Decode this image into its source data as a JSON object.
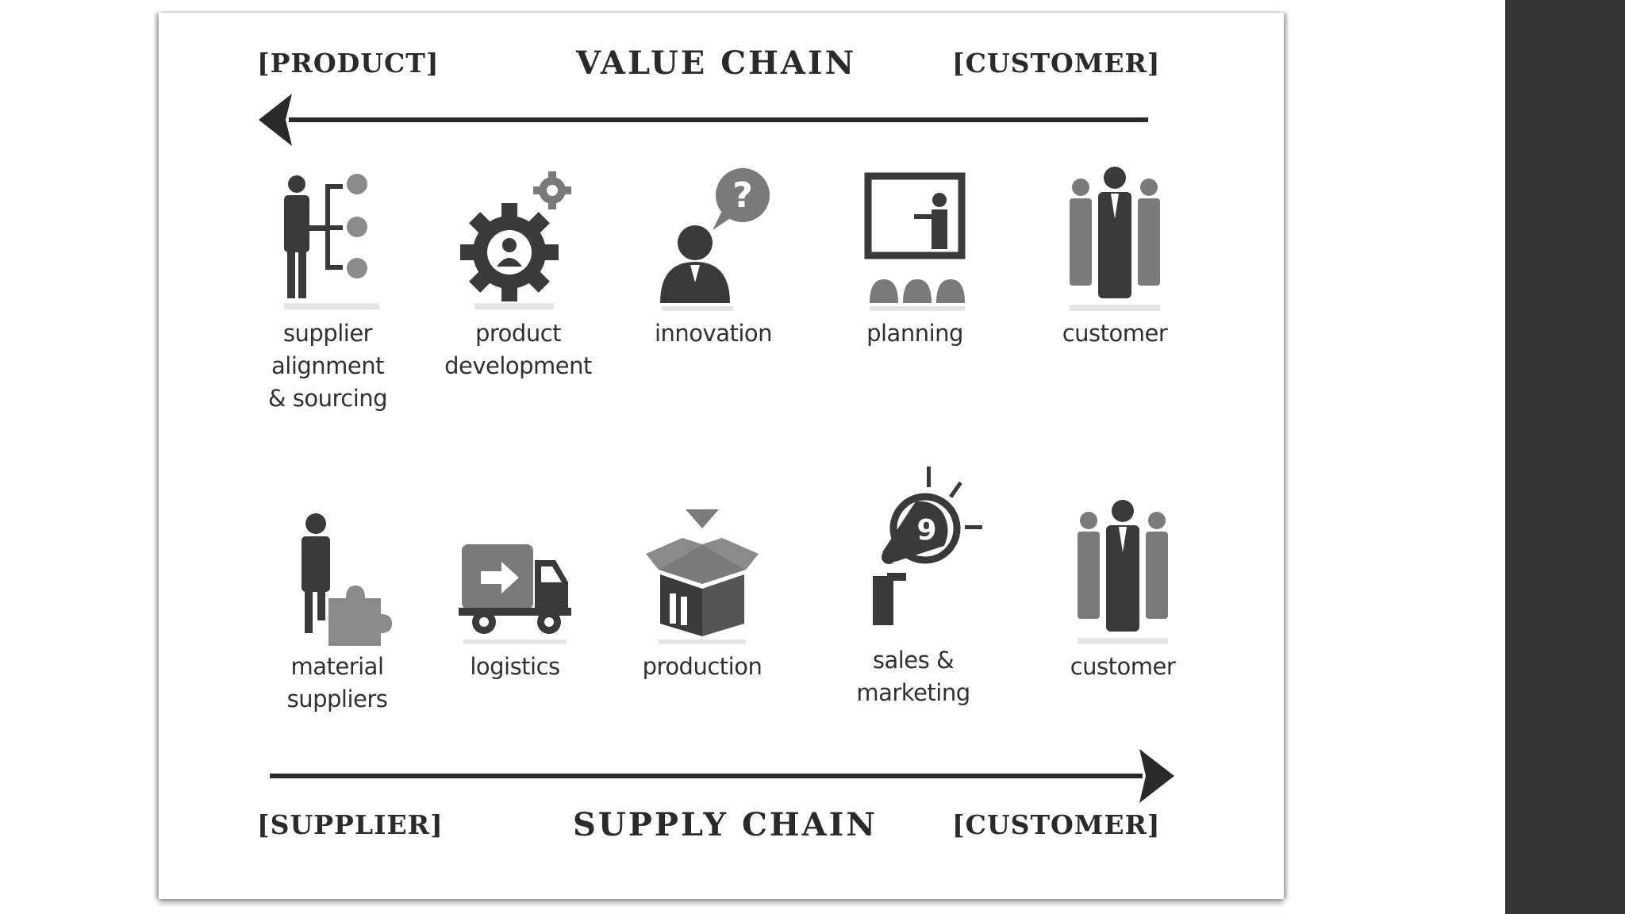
{
  "value_chain": {
    "title": "VALUE CHAIN",
    "left_tag": "[PRODUCT]",
    "right_tag": "[CUSTOMER]",
    "direction": "right-to-left",
    "items": [
      {
        "icon": "supplier-hierarchy-icon",
        "lines": [
          "supplier",
          "alignment",
          "& sourcing"
        ]
      },
      {
        "icon": "gear-person-icon",
        "lines": [
          "product",
          "development"
        ]
      },
      {
        "icon": "person-question-icon",
        "lines": [
          "innovation"
        ]
      },
      {
        "icon": "presentation-board-icon",
        "lines": [
          "planning"
        ]
      },
      {
        "icon": "customer-group-icon",
        "lines": [
          "customer"
        ]
      }
    ]
  },
  "supply_chain": {
    "title": "SUPPLY CHAIN",
    "left_tag": "[SUPPLIER]",
    "right_tag": "[CUSTOMER]",
    "direction": "left-to-right",
    "items": [
      {
        "icon": "person-puzzle-icon",
        "lines": [
          "material",
          "suppliers"
        ]
      },
      {
        "icon": "delivery-truck-icon",
        "lines": [
          "logistics"
        ]
      },
      {
        "icon": "open-box-icon",
        "lines": [
          "production"
        ]
      },
      {
        "icon": "megaphone-icon",
        "lines": [
          "sales &",
          "marketing"
        ]
      },
      {
        "icon": "customer-group-icon",
        "lines": [
          "customer"
        ]
      }
    ]
  },
  "colors": {
    "ink": "#2a2a2a",
    "icon_dark": "#3a3a3a",
    "icon_mid": "#7a7a7a",
    "sidebar": "#343434"
  }
}
